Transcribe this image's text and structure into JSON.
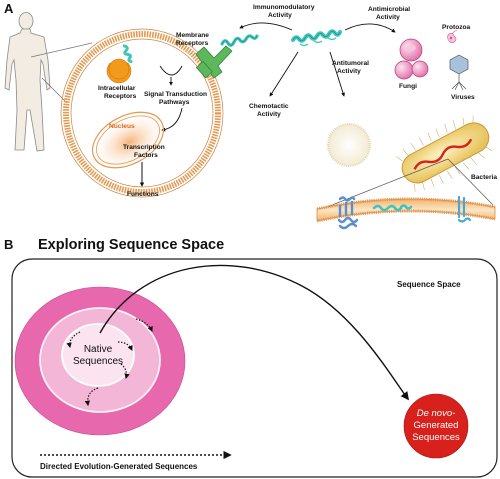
{
  "panelA": {
    "label": "A",
    "membrane_receptors": [
      "Membrane",
      "Receptors"
    ],
    "intracellular_receptors": [
      "Intracellular",
      "Receptors"
    ],
    "signal_transduction": [
      "Signal Transduction",
      "Pathways"
    ],
    "nucleus": "Nucleus",
    "transcription_factors": [
      "Transcription",
      "Factors"
    ],
    "functions": "Functions",
    "immunomodulatory": [
      "Immunomodulatory",
      "Activity"
    ],
    "antimicrobial": [
      "Antimicrobial",
      "Activity"
    ],
    "protozoa": "Protozoa",
    "fungi": "Fungi",
    "viruses": "Viruses",
    "antitumoral": [
      "Antitumoral",
      "Activity"
    ],
    "chemotactic": [
      "Chemotactic",
      "Activity"
    ],
    "bacteria": "Bacteria"
  },
  "panelB": {
    "label": "B",
    "title": "Exploring Sequence Space",
    "sequence_space": "Sequence Space",
    "native": [
      "Native",
      "Sequences"
    ],
    "denovo": [
      "De novo-",
      "Generated",
      "Sequences"
    ],
    "directed_evolution": "Directed Evolution-Generated Sequences"
  },
  "colors": {
    "membrane": "#e39a52",
    "peptide": "#3fc4be",
    "receptor": "#5cb85c",
    "orange_ligand": "#f29a1c",
    "outer_ellipse": "#e868ae",
    "middle_ellipse": "#f3b6d6",
    "inner_ellipse": "#fbe3f0",
    "denovo_circle": "#d8211c"
  },
  "icons": [
    "human-silhouette-icon",
    "cell-icon",
    "peptide-helix-icon",
    "receptor-icon",
    "fungi-icon",
    "protozoa-icon",
    "virus-icon",
    "tumor-cell-icon",
    "bacterium-icon",
    "membrane-bilayer-icon"
  ]
}
